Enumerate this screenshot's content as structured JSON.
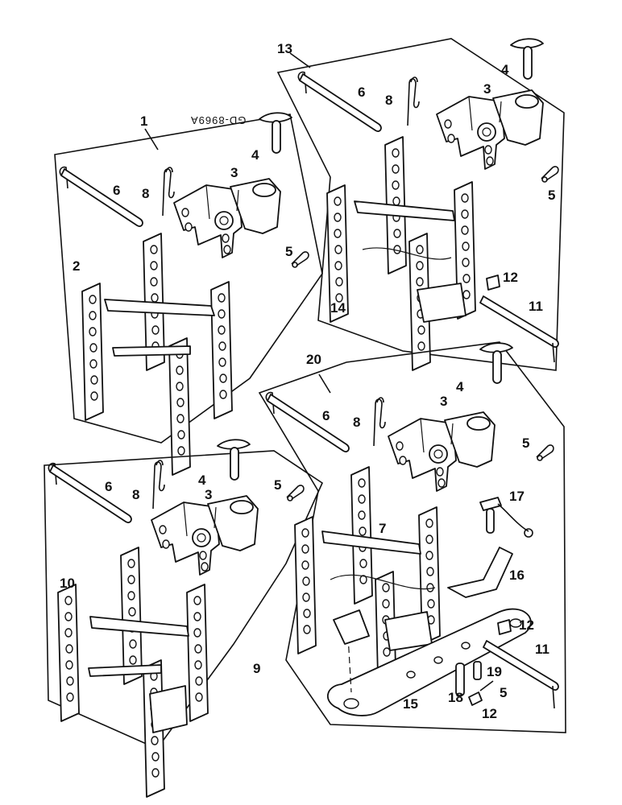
{
  "drawing_code": "GD-8969A",
  "callouts": {
    "k1": "1",
    "k2": "2",
    "k3a": "3",
    "k4a": "4",
    "k5a": "5",
    "k6a": "6",
    "k8a": "8",
    "k13": "13",
    "k3b": "3",
    "k4b": "4",
    "k5b": "5",
    "k6b": "6",
    "k8b": "8",
    "k11b": "11",
    "k12b": "12",
    "k14": "14",
    "k9": "9",
    "k10": "10",
    "k3c": "3",
    "k4c": "4",
    "k5c": "5",
    "k6c": "6",
    "k8c": "8",
    "k20": "20",
    "k3d": "3",
    "k4d": "4",
    "k5d": "5",
    "k6d": "6",
    "k7": "7",
    "k8d": "8",
    "k11d": "11",
    "k12d": "12",
    "k12e": "12",
    "k15": "15",
    "k16": "16",
    "k17": "17",
    "k18": "18",
    "k19": "19",
    "k5e": "5"
  }
}
